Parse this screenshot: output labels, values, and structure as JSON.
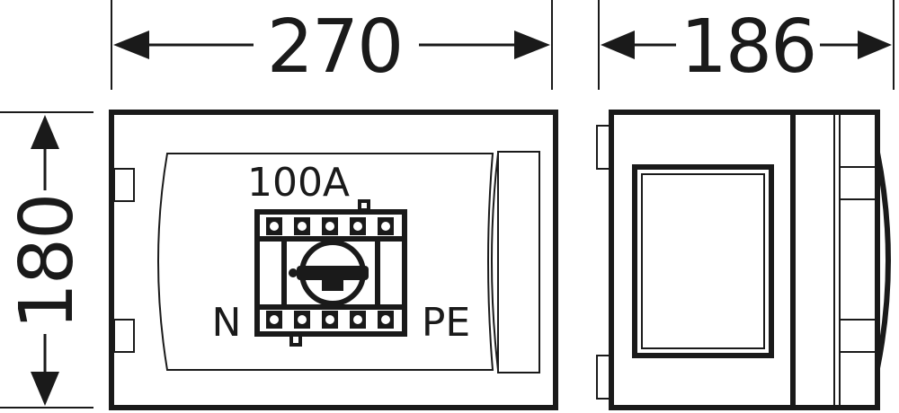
{
  "dimensions": {
    "width": "270",
    "depth": "186",
    "height": "180"
  },
  "labels": {
    "rating": "100A",
    "neutral": "N",
    "protective_earth": "PE"
  }
}
